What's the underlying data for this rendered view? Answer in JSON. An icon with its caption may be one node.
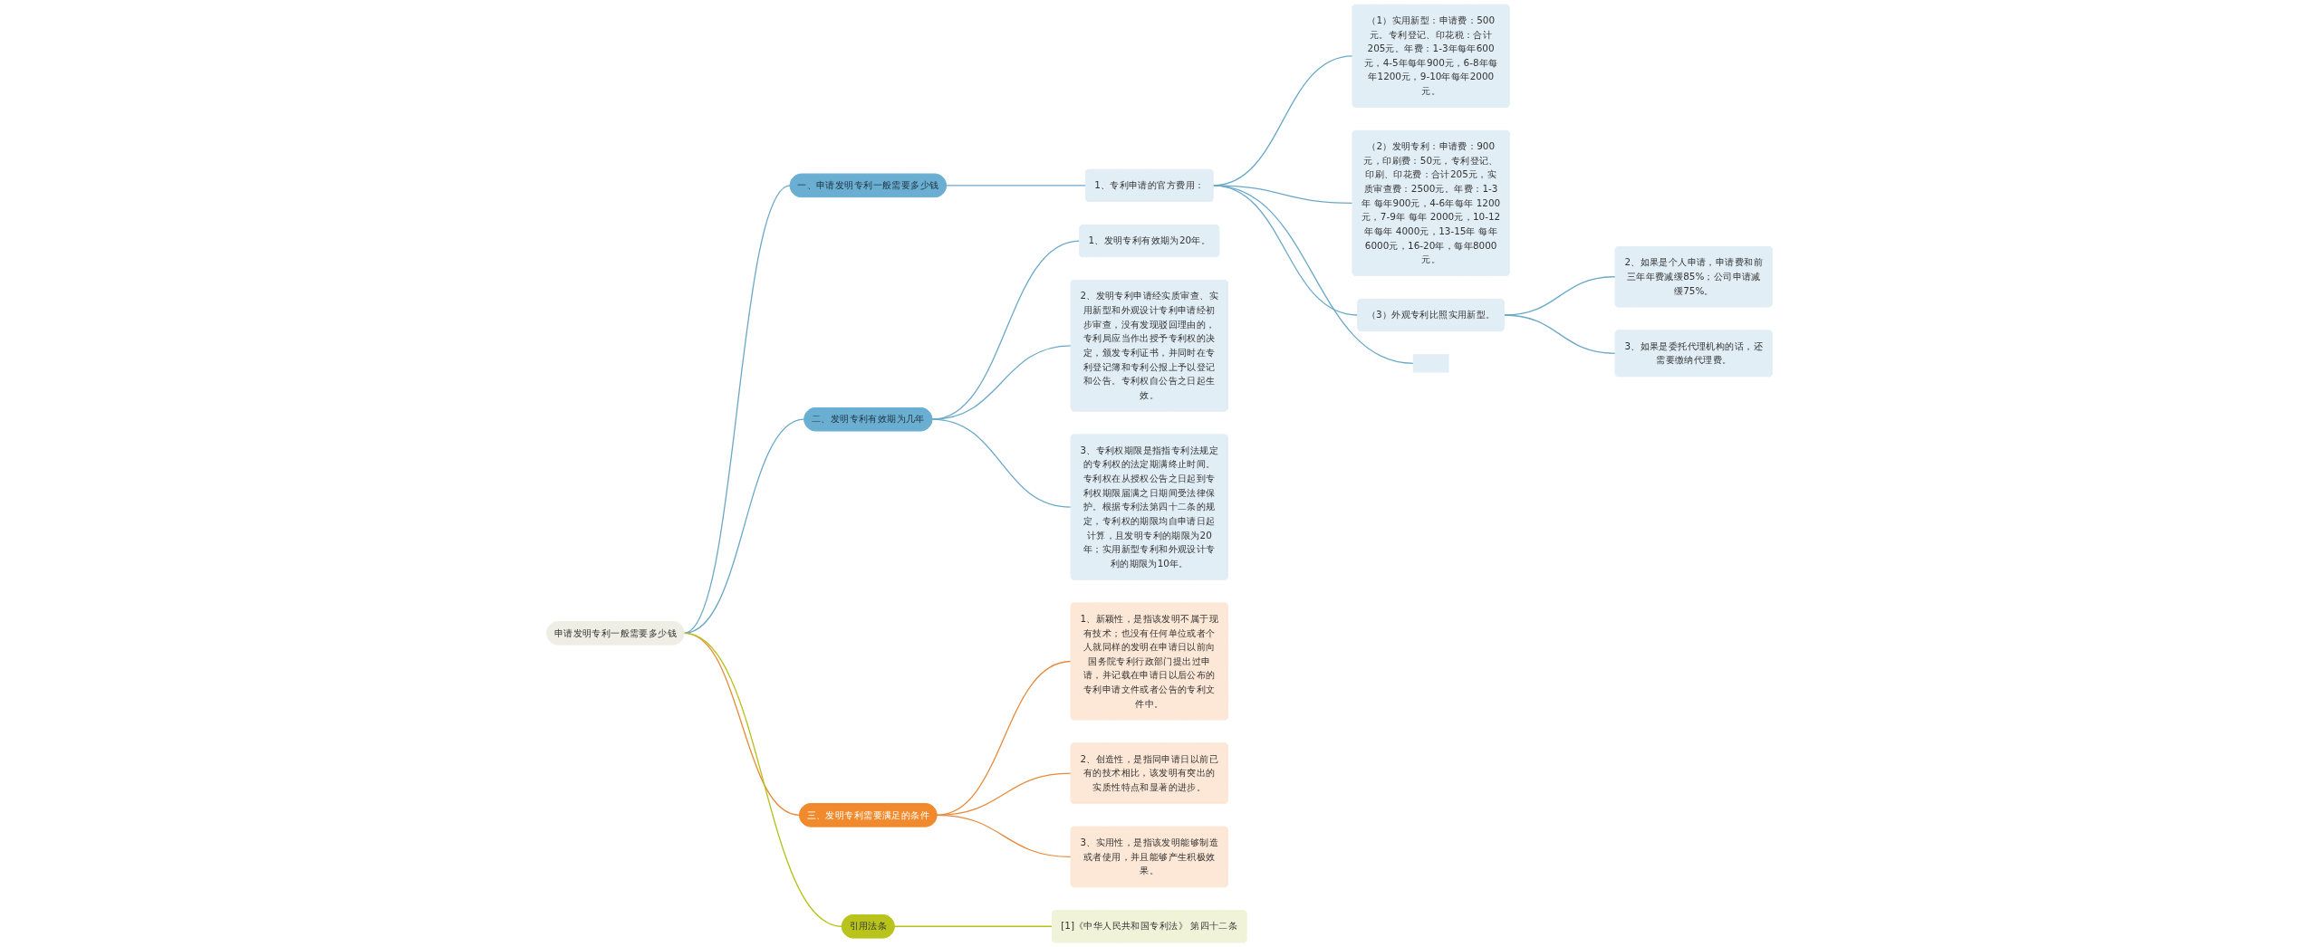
{
  "diagram": {
    "nodes": [
      {
        "text": [
          "申请发明专利一般需要多少钱"
        ]
      },
      {
        "text": [
          "一、申请发明专利一般需要多少钱"
        ]
      },
      {
        "text": [
          "1、专利申请的官方费用："
        ]
      },
      {
        "text": [
          "（1）实用新型：申请费：500元。专利登记、印花税：合计205元。年费：1-3年每年600元，4-5年每年900元，6-8年每年1200元，9-10年每年2000元。"
        ]
      },
      {
        "text": [
          "（2）发明专利：申请费：900元，印刷费：50元，专利登记、印刷、印花费：合计205元，实质审查费：2500元。年费：1-3年 每年900元，4-6年每年 1200元，7-9年 每年 2000元，10-12年每年 4000元，13-15年 每年6000元，16-20年，每年8000元。"
        ]
      },
      {
        "text": [
          "（3）外观专利比照实用新型。"
        ]
      },
      {
        "text": [
          "2、如果是个人申请，申请费和前三年年费减缓85%；公司申请减缓75%。"
        ]
      },
      {
        "text": [
          "3、如果是委托代理机构的话，还需要缴纳代理费。"
        ]
      },
      {
        "text": [],
        "shape": "box"
      },
      {
        "text": [
          "二、发明专利有效期为几年"
        ]
      },
      {
        "text": [
          "1、发明专利有效期为20年。"
        ]
      },
      {
        "text": [
          "2、发明专利申请经实质审查、实用新型和外观设计专利申请经初步审查，没有发现驳回理由的，专利局应当作出授予专利权的决定，颁发专利证书，并同时在专利登记簿和专利公报上予以登记和公告。专利权自公告之日起生效。"
        ]
      },
      {
        "text": [
          "3、专利权期限是指指专利法规定的专利权的法定期满终止时间。专利权在从授权公告之日起到专利权期限届满之日期间受法律保护。根据专利法第四十二条的规定，专利权的期限均自申请日起计算，且发明专利的期限为20年；实用新型专利和外观设计专利的期限为10年。"
        ]
      },
      {
        "text": [
          "三、发明专利需要满足的条件"
        ]
      },
      {
        "text": [
          "1、新颖性，是指该发明不属于现有技术；也没有任何单位或者个人就同样的发明在申请日以前向国务院专利行政部门提出过申请，并记载在申请日以后公布的专利申请文件或者公告的专利文件中。"
        ]
      },
      {
        "text": [
          "2、创造性，是指同申请日以前已有的技术相比，该发明有突出的实质性特点和显著的进步。"
        ]
      },
      {
        "text": [
          "3、实用性，是指该发明能够制造或者使用，并且能够产生积极效果。"
        ]
      },
      {
        "text": [
          "引用法条"
        ]
      },
      {
        "text": [
          "[1]《中华人民共和国专利法》 第四十二条"
        ]
      }
    ],
    "edges": [
      {
        "from": 0,
        "to": 1,
        "arrow": "none"
      },
      {
        "from": 1,
        "to": 2,
        "arrow": "none"
      },
      {
        "from": 2,
        "to": 3,
        "arrow": "none"
      },
      {
        "from": 2,
        "to": 4,
        "arrow": "none"
      },
      {
        "from": 2,
        "to": 5,
        "arrow": "none"
      },
      {
        "from": 5,
        "to": 6,
        "arrow": "none"
      },
      {
        "from": 5,
        "to": 7,
        "arrow": "none"
      },
      {
        "from": 2,
        "to": 8,
        "arrow": "none"
      },
      {
        "from": 0,
        "to": 9,
        "arrow": "none"
      },
      {
        "from": 9,
        "to": 10,
        "arrow": "none"
      },
      {
        "from": 9,
        "to": 11,
        "arrow": "none"
      },
      {
        "from": 9,
        "to": 12,
        "arrow": "none"
      },
      {
        "from": 0,
        "to": 13,
        "arrow": "none",
        "color": "#e8893a"
      },
      {
        "from": 13,
        "to": 14,
        "arrow": "none",
        "color": "#e8893a"
      },
      {
        "from": 13,
        "to": 15,
        "arrow": "none",
        "color": "#e8893a"
      },
      {
        "from": 13,
        "to": 16,
        "arrow": "none",
        "color": "#e8893a"
      },
      {
        "from": 0,
        "to": 17,
        "arrow": "none",
        "color": "#b5c21a"
      },
      {
        "from": 17,
        "to": 18,
        "arrow": "none",
        "color": "#b5c21a"
      }
    ]
  }
}
